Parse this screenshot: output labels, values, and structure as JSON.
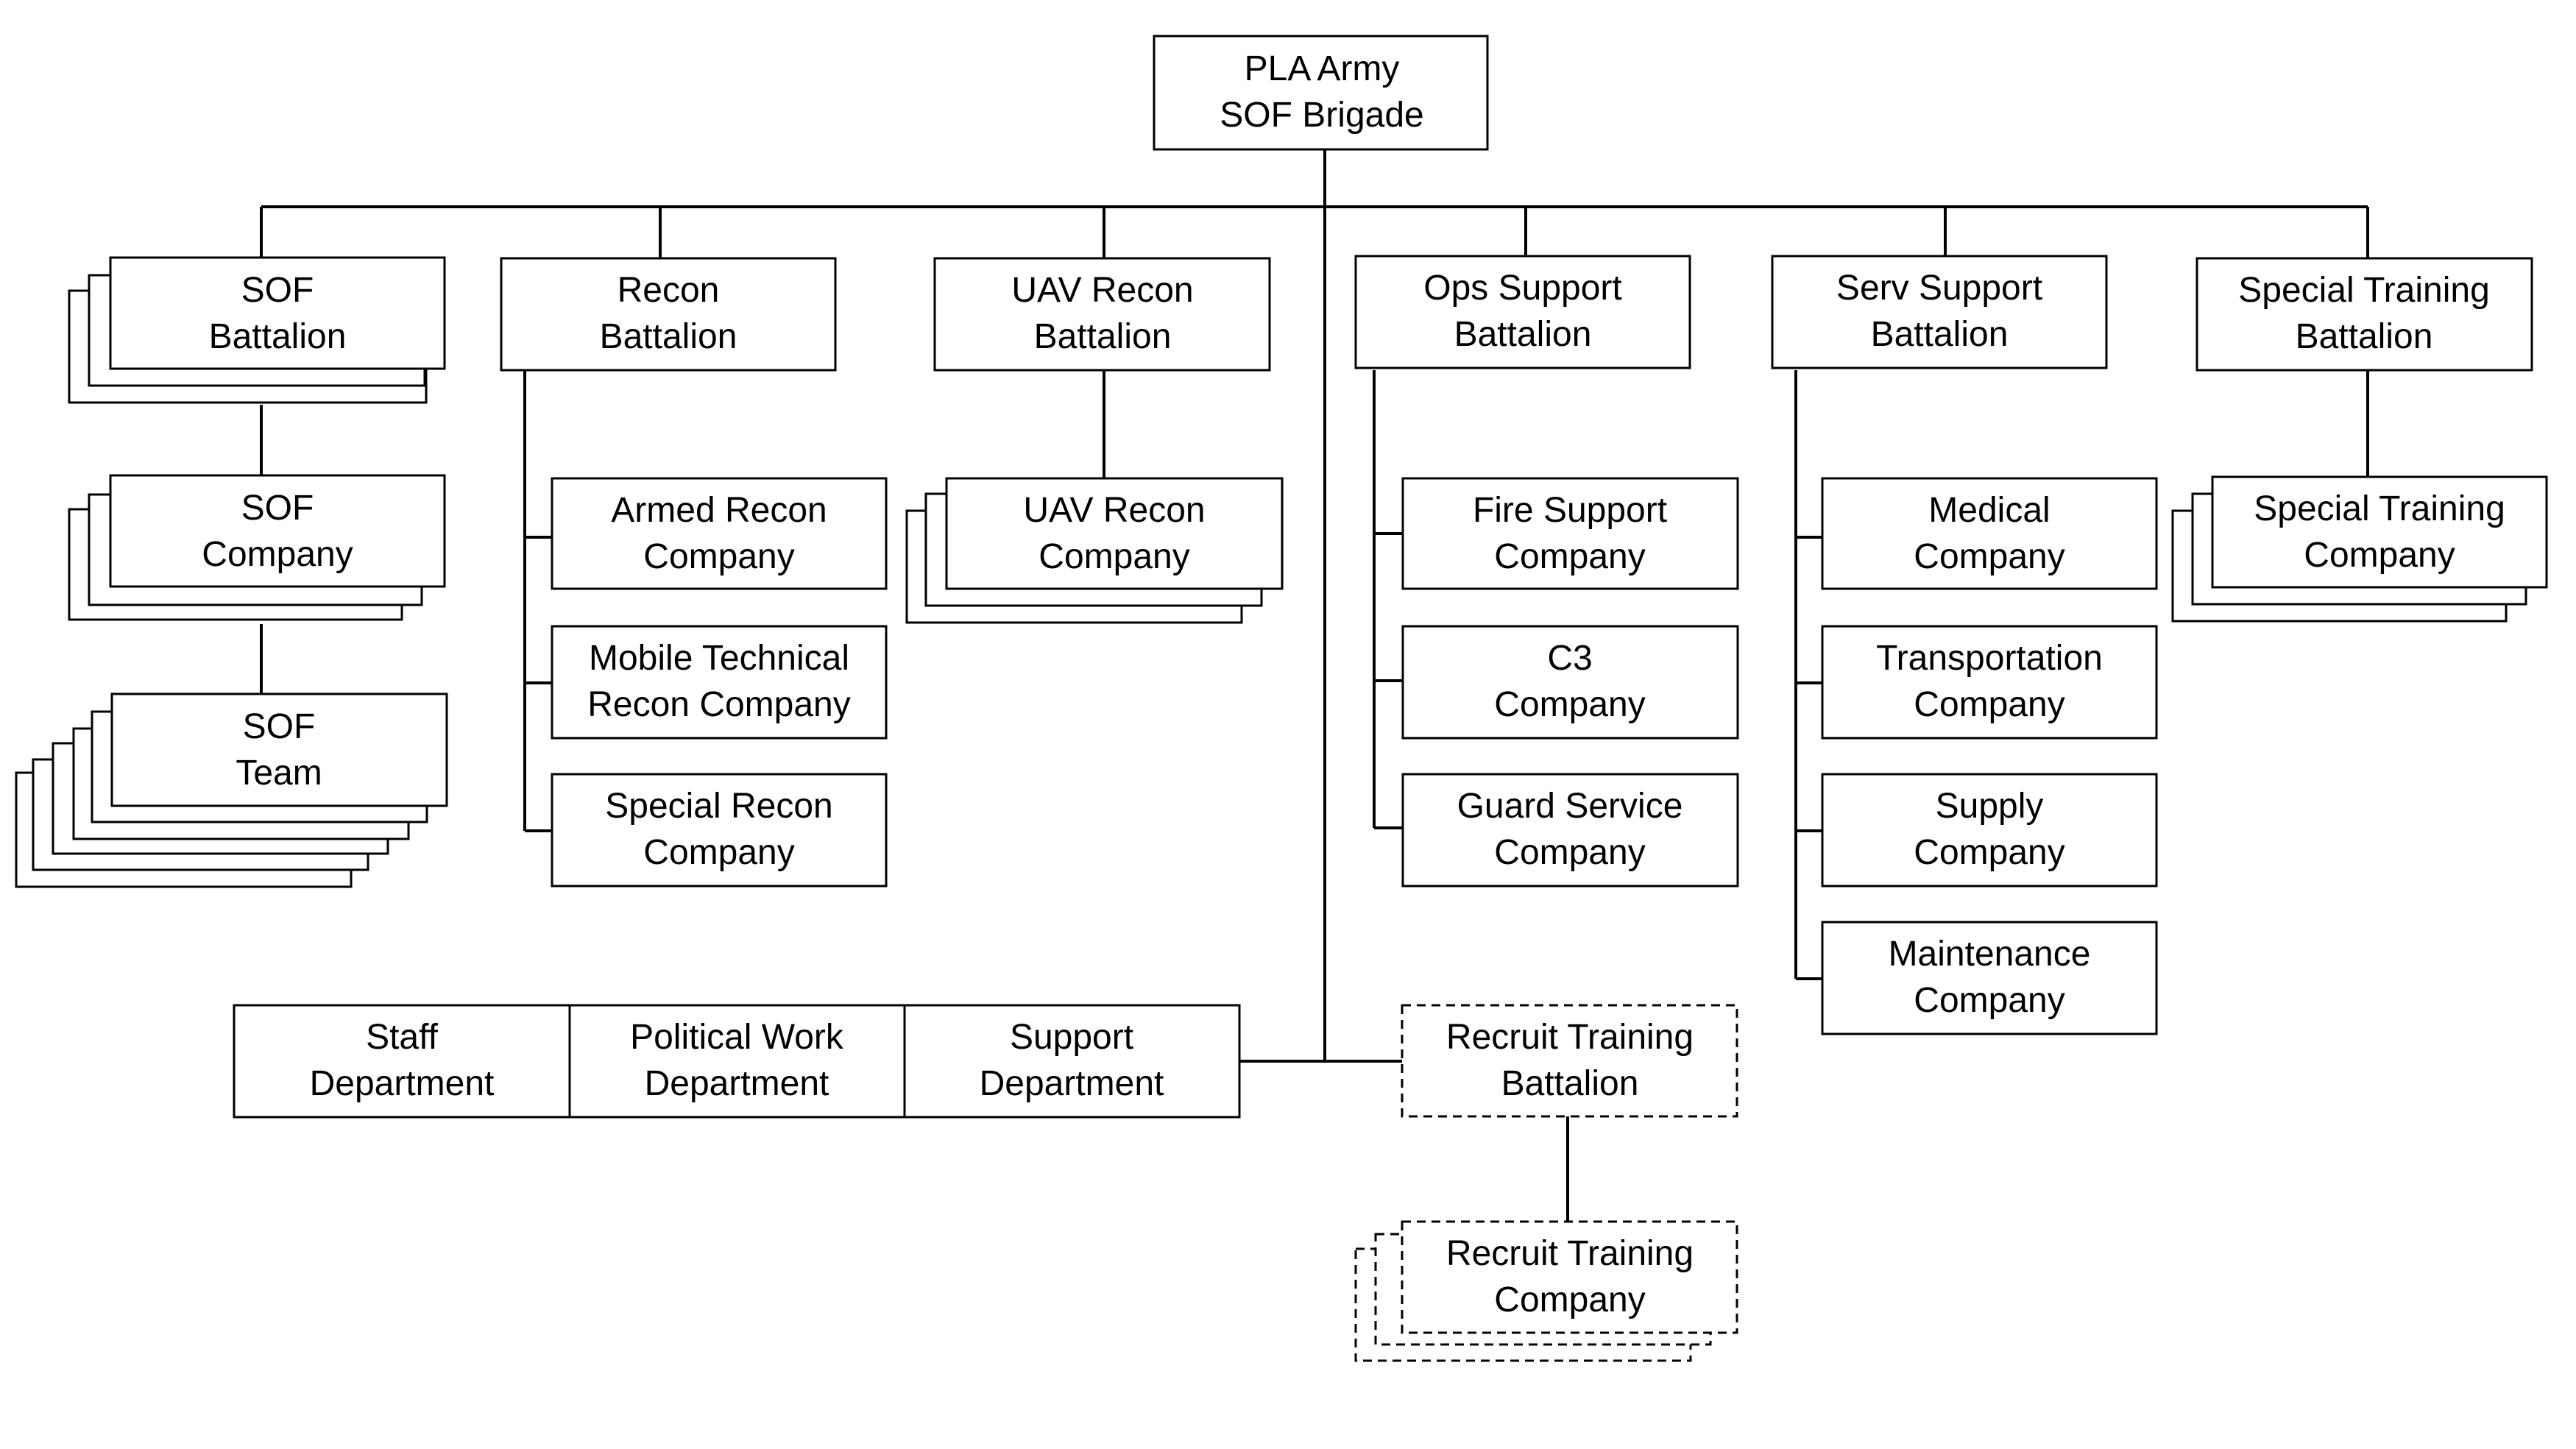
{
  "colors": {
    "line": "#000000",
    "box_fill": "#ffffff",
    "background": "#ffffff"
  },
  "nodes": {
    "brigade": {
      "line1": "PLA Army",
      "line2": "SOF Brigade"
    },
    "sof_battalion": {
      "line1": "SOF",
      "line2": "Battalion"
    },
    "recon_battalion": {
      "line1": "Recon",
      "line2": "Battalion"
    },
    "uav_recon_battalion": {
      "line1": "UAV Recon",
      "line2": "Battalion"
    },
    "ops_support_battalion": {
      "line1": "Ops Support",
      "line2": "Battalion"
    },
    "serv_support_battalion": {
      "line1": "Serv Support",
      "line2": "Battalion"
    },
    "special_training_battalion": {
      "line1": "Special Training",
      "line2": "Battalion"
    },
    "sof_company": {
      "line1": "SOF",
      "line2": "Company"
    },
    "sof_team": {
      "line1": "SOF",
      "line2": "Team"
    },
    "armed_recon_company": {
      "line1": "Armed Recon",
      "line2": "Company"
    },
    "mobile_technical_recon_company": {
      "line1": "Mobile Technical",
      "line2": "Recon Company"
    },
    "special_recon_company": {
      "line1": "Special Recon",
      "line2": "Company"
    },
    "uav_recon_company": {
      "line1": "UAV Recon",
      "line2": "Company"
    },
    "fire_support_company": {
      "line1": "Fire Support",
      "line2": "Company"
    },
    "c3_company": {
      "line1": "C3",
      "line2": "Company"
    },
    "guard_service_company": {
      "line1": "Guard Service",
      "line2": "Company"
    },
    "medical_company": {
      "line1": "Medical",
      "line2": "Company"
    },
    "transportation_company": {
      "line1": "Transportation",
      "line2": "Company"
    },
    "supply_company": {
      "line1": "Supply",
      "line2": "Company"
    },
    "maintenance_company": {
      "line1": "Maintenance",
      "line2": "Company"
    },
    "special_training_company": {
      "line1": "Special Training",
      "line2": "Company"
    },
    "staff_department": {
      "line1": "Staff",
      "line2": "Department"
    },
    "political_work_department": {
      "line1": "Political Work",
      "line2": "Department"
    },
    "support_department": {
      "line1": "Support",
      "line2": "Department"
    },
    "recruit_training_battalion": {
      "line1": "Recruit Training",
      "line2": "Battalion"
    },
    "recruit_training_company": {
      "line1": "Recruit Training",
      "line2": "Company"
    }
  }
}
